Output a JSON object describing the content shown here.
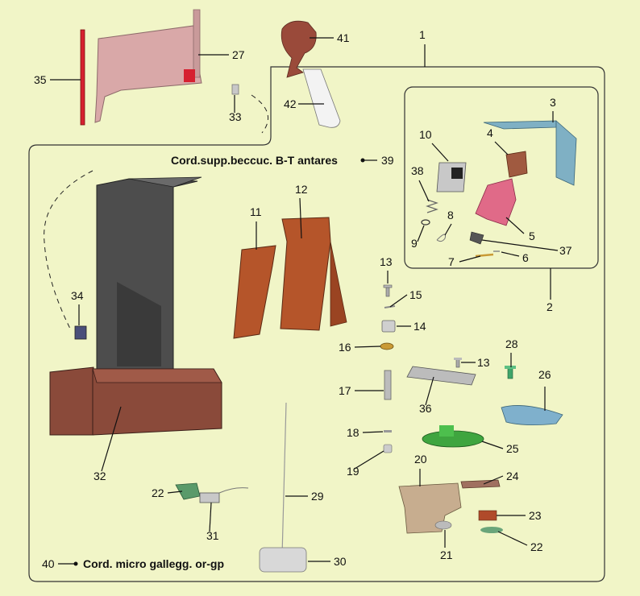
{
  "colors": {
    "background": "#f1f5c7",
    "border": "#333333",
    "bracket_pink": "#d9a8a8",
    "red": "#d62030",
    "brown": "#b5552a",
    "dark_grey": "#4d4d4d",
    "base_brown": "#8a4a3a",
    "green": "#3fa53f",
    "blue": "#7fb0cc",
    "tan": "#c7ad8f"
  },
  "captions": {
    "top_cord": "Cord.supp.beccuc. B-T antares",
    "top_cord_num": "39",
    "bottom_cord": "Cord. micro gallegg. or-gp",
    "bottom_cord_num": "40"
  },
  "labels": [
    "1",
    "2",
    "3",
    "4",
    "5",
    "6",
    "7",
    "8",
    "9",
    "10",
    "11",
    "12",
    "13",
    "13",
    "14",
    "15",
    "16",
    "17",
    "18",
    "19",
    "20",
    "21",
    "22",
    "22",
    "23",
    "24",
    "25",
    "26",
    "27",
    "28",
    "29",
    "30",
    "31",
    "32",
    "33",
    "34",
    "35",
    "36",
    "37",
    "38",
    "41",
    "42"
  ]
}
